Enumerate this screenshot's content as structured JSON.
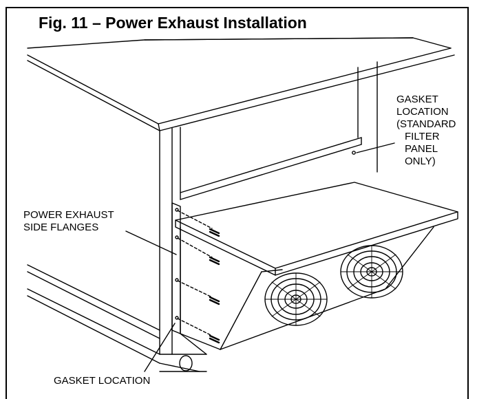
{
  "figure": {
    "title": "Fig. 11 – Power Exhaust Installation"
  },
  "labels": {
    "gasket_top": [
      "GASKET",
      "LOCATION",
      "(STANDARD",
      "FILTER",
      "PANEL",
      "ONLY)"
    ],
    "side_flanges": [
      "POWER EXHAUST",
      "SIDE FLANGES"
    ],
    "gasket_bottom": "GASKET LOCATION"
  },
  "colors": {
    "ink": "#000000",
    "paper": "#ffffff"
  }
}
